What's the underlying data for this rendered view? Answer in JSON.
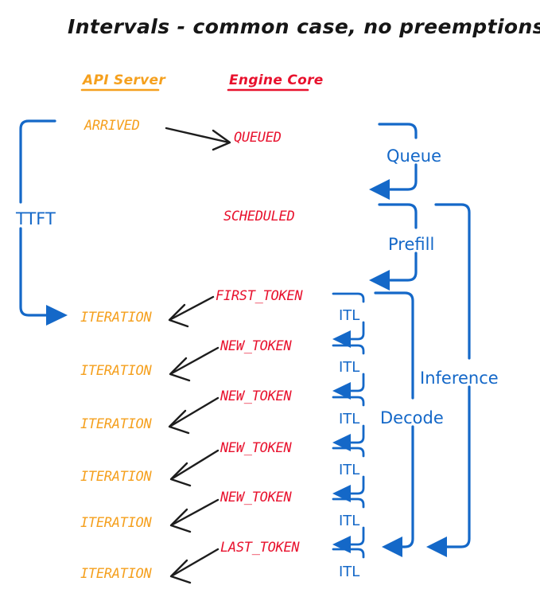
{
  "title": "Intervals - common case, no preemptions",
  "colors": {
    "api_server": "#F5A01E",
    "engine_core": "#E8112D",
    "metric_blue": "#1468C8",
    "arrow_black": "#1d1d1d",
    "background": "#ffffff"
  },
  "columns": [
    {
      "id": "api-server",
      "label": "API Server",
      "color": "#F5A01E"
    },
    {
      "id": "engine-core",
      "label": "Engine Core",
      "color": "#E8112D"
    }
  ],
  "api_events": [
    {
      "id": "arrived",
      "label": "ARRIVED"
    },
    {
      "id": "iteration-1",
      "label": "ITERATION"
    },
    {
      "id": "iteration-2",
      "label": "ITERATION"
    },
    {
      "id": "iteration-3",
      "label": "ITERATION"
    },
    {
      "id": "iteration-4",
      "label": "ITERATION"
    },
    {
      "id": "iteration-5",
      "label": "ITERATION"
    },
    {
      "id": "iteration-6",
      "label": "ITERATION"
    }
  ],
  "engine_events": [
    {
      "id": "queued",
      "label": "QUEUED"
    },
    {
      "id": "scheduled",
      "label": "SCHEDULED"
    },
    {
      "id": "first-token",
      "label": "FIRST_TOKEN"
    },
    {
      "id": "new-token-1",
      "label": "NEW_TOKEN"
    },
    {
      "id": "new-token-2",
      "label": "NEW_TOKEN"
    },
    {
      "id": "new-token-3",
      "label": "NEW_TOKEN"
    },
    {
      "id": "new-token-4",
      "label": "NEW_TOKEN"
    },
    {
      "id": "last-token",
      "label": "LAST_TOKEN"
    }
  ],
  "metrics": [
    {
      "id": "ttft",
      "label": "TTFT"
    },
    {
      "id": "queue",
      "label": "Queue"
    },
    {
      "id": "prefill",
      "label": "Prefill"
    },
    {
      "id": "decode",
      "label": "Decode"
    },
    {
      "id": "inference",
      "label": "Inference"
    }
  ],
  "itl_intervals": [
    {
      "id": "itl-1",
      "label": "ITL"
    },
    {
      "id": "itl-2",
      "label": "ITL"
    },
    {
      "id": "itl-3",
      "label": "ITL"
    },
    {
      "id": "itl-4",
      "label": "ITL"
    },
    {
      "id": "itl-5",
      "label": "ITL"
    },
    {
      "id": "itl-6",
      "label": "ITL"
    }
  ]
}
